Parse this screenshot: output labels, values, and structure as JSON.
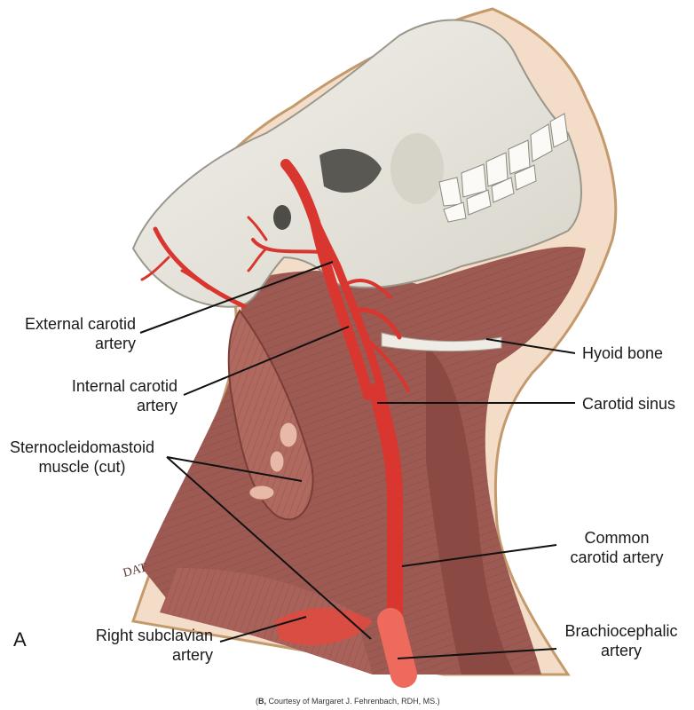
{
  "figure": {
    "panel_letter": "A",
    "credit_prefix": "(",
    "credit_bold": "B,",
    "credit_rest": " Courtesy of Margaret J. Fehrenbach, RDH, MS.)",
    "artist_initials": "DAT"
  },
  "labels": {
    "external_carotid": {
      "line1": "External carotid",
      "line2": "artery"
    },
    "internal_carotid": {
      "line1": "Internal carotid",
      "line2": "artery"
    },
    "sternocleidomastoid": {
      "line1": "Sternocleidomastoid",
      "line2": "muscle (cut)"
    },
    "right_subclavian": {
      "line1": "Right subclavian",
      "line2": "artery"
    },
    "hyoid_bone": {
      "line1": "Hyoid bone"
    },
    "carotid_sinus": {
      "line1": "Carotid sinus"
    },
    "common_carotid": {
      "line1": "Common",
      "line2": "carotid artery"
    },
    "brachiocephalic": {
      "line1": "Brachiocephalic",
      "line2": "artery"
    }
  },
  "colors": {
    "bone": "#e9e7de",
    "bone_shadow": "#c9c6bb",
    "muscle": "#9c5a52",
    "muscle_dark": "#7a3e38",
    "artery": "#d9362f",
    "skin": "#f3dcc8",
    "skin_edge": "#c49a6c"
  }
}
